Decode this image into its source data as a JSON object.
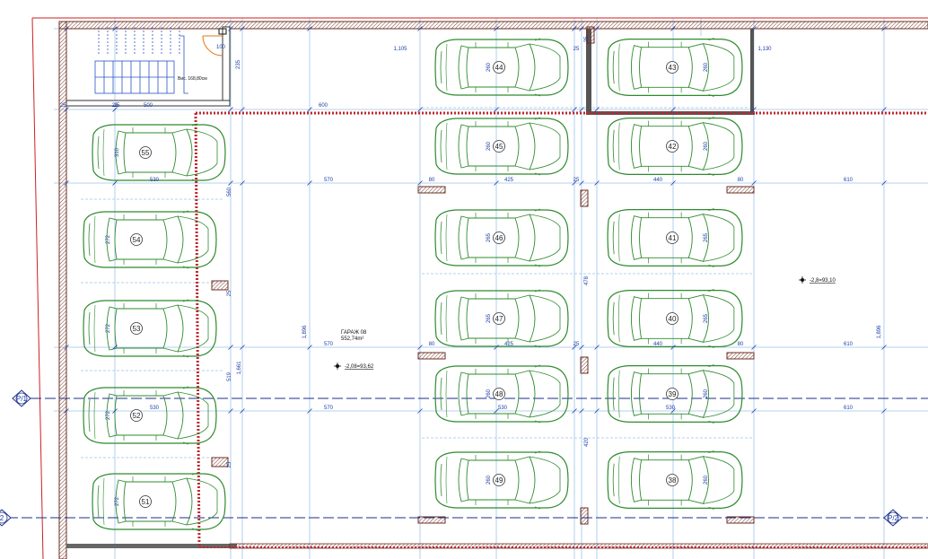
{
  "room": {
    "name": "ГАРАЖ 08",
    "area": "552,74m²"
  },
  "stair_label": "Вис. 168,80см",
  "door_label": "100",
  "levels": [
    {
      "id": "level-center",
      "text": "-2,08=93,62"
    },
    {
      "id": "level-right",
      "text": "-2,8=93,10"
    }
  ],
  "axes": [
    {
      "id": "axis-p1",
      "text": "P/1"
    },
    {
      "id": "axis-p2-left",
      "text": "2"
    },
    {
      "id": "axis-p2-right",
      "text": "P/2"
    }
  ],
  "parking_spaces": [
    {
      "number": "44",
      "depth": "260"
    },
    {
      "number": "43",
      "depth": "260"
    },
    {
      "number": "45",
      "depth": "260"
    },
    {
      "number": "42",
      "depth": "260"
    },
    {
      "number": "46",
      "depth": "265"
    },
    {
      "number": "41",
      "depth": "265"
    },
    {
      "number": "47",
      "depth": "265"
    },
    {
      "number": "40",
      "depth": "265"
    },
    {
      "number": "48",
      "depth": "260"
    },
    {
      "number": "39",
      "depth": "260"
    },
    {
      "number": "49",
      "depth": "260"
    },
    {
      "number": "38",
      "depth": "260"
    },
    {
      "number": "55",
      "depth": "310"
    },
    {
      "number": "54",
      "depth": "272"
    },
    {
      "number": "53",
      "depth": "272"
    },
    {
      "number": "52",
      "depth": "272"
    },
    {
      "number": "51",
      "depth": "272"
    }
  ],
  "dimensions": [
    "1,105",
    "25",
    "1,130",
    "500",
    "600",
    "25",
    "25",
    "530",
    "570",
    "80",
    "425",
    "25",
    "440",
    "80",
    "610",
    "1,896",
    "570",
    "80",
    "425",
    "25",
    "440",
    "80",
    "610",
    "530",
    "570",
    "530",
    "530",
    "610",
    "519",
    "1,661",
    "1,896",
    "560",
    "478",
    "420",
    "25",
    "25",
    "25",
    "235",
    "25"
  ]
}
